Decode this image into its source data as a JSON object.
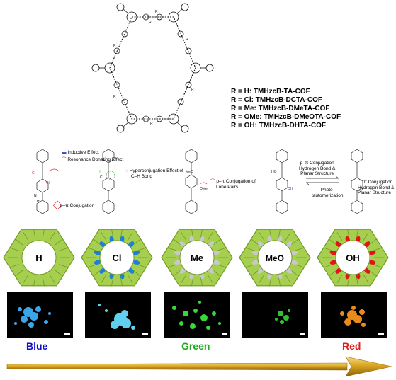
{
  "cof_list": [
    "R = H: TMHzcB-TA-COF",
    "R = Cl: TMHzcB-DCTA-COF",
    "R = Me: TMHzcB-DMeTA-COF",
    "R = OMe: TMHzcB-DMeOTA-COF",
    "R = OH: TMHzcB-DHTA-COF"
  ],
  "effects": {
    "h_panel": [
      "Inductive Effect",
      "Resonance Donating Effect",
      "p–π Conjugation"
    ],
    "me_panel": [
      "Hyperconjugation Effect of",
      "C–H Bond"
    ],
    "ome_panel": [
      "p–π Conjugation of",
      "Lone Pairs"
    ],
    "oh_panel_left": [
      "p–π Conjugation",
      "Hydrogen Bond &",
      "Planar Structure"
    ],
    "oh_panel_arrow": [
      "Photo-",
      "tautomerization"
    ],
    "oh_panel_right": [
      "π Conjugation",
      "Hydrogen Bond &",
      "Planar Structure"
    ]
  },
  "rings": [
    {
      "label": "H",
      "accent": ""
    },
    {
      "label": "Cl",
      "accent": "#1f7fd6"
    },
    {
      "label": "Me",
      "accent": "#c8c8c8"
    },
    {
      "label": "MeO",
      "accent": "#c8c8c8"
    },
    {
      "label": "OH",
      "accent": "#e01515"
    }
  ],
  "emission": {
    "blue": {
      "label": "Blue",
      "color": "#1010c8"
    },
    "green": {
      "label": "Green",
      "color": "#1fa81f"
    },
    "red": {
      "label": "Red",
      "color": "#e02020"
    }
  },
  "colors": {
    "framework_green": "#a6cf4f",
    "framework_dark": "#6f9a25",
    "arrow_gold": "#c89418",
    "photo_blue": "#3aa6e8",
    "photo_cyan": "#5fd0f0",
    "photo_green": "#38d838",
    "photo_orange": "#e88a1c"
  }
}
